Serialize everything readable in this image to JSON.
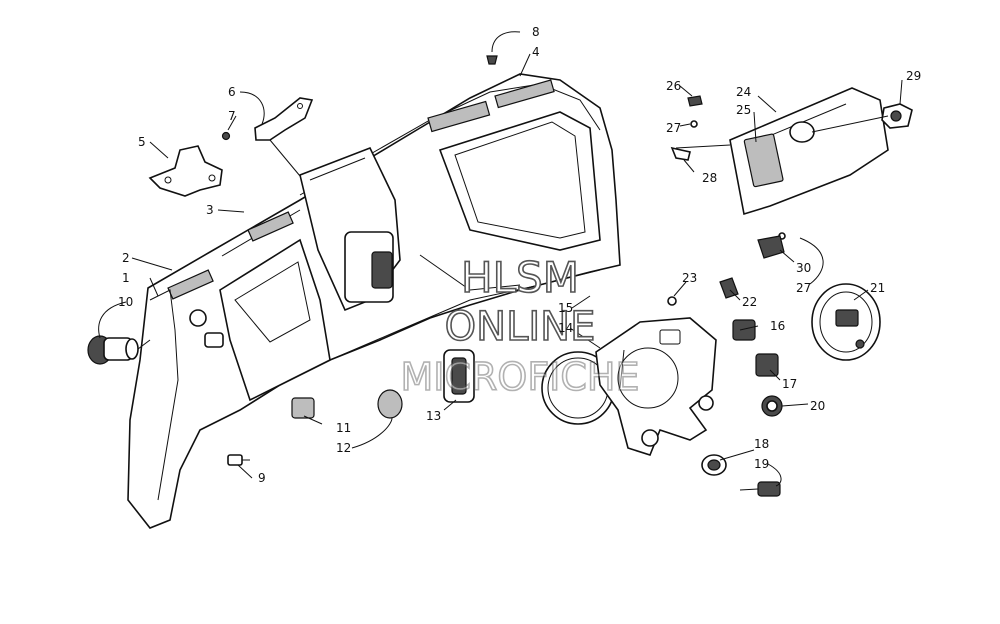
{
  "watermark": {
    "line1": "HLSM",
    "line2": "ONLINE",
    "line3": "MICROFICHE"
  },
  "callouts": [
    {
      "id": "c1",
      "label": "1"
    },
    {
      "id": "c2",
      "label": "2"
    },
    {
      "id": "c3",
      "label": "3"
    },
    {
      "id": "c4",
      "label": "4"
    },
    {
      "id": "c5",
      "label": "5"
    },
    {
      "id": "c6",
      "label": "6"
    },
    {
      "id": "c7",
      "label": "7"
    },
    {
      "id": "c8",
      "label": "8"
    },
    {
      "id": "c9",
      "label": "9"
    },
    {
      "id": "c10",
      "label": "10"
    },
    {
      "id": "c11",
      "label": "11"
    },
    {
      "id": "c12",
      "label": "12"
    },
    {
      "id": "c13",
      "label": "13"
    },
    {
      "id": "c14",
      "label": "14"
    },
    {
      "id": "c15",
      "label": "15"
    },
    {
      "id": "c16",
      "label": "16"
    },
    {
      "id": "c17",
      "label": "17"
    },
    {
      "id": "c18",
      "label": "18"
    },
    {
      "id": "c19",
      "label": "19"
    },
    {
      "id": "c20",
      "label": "20"
    },
    {
      "id": "c21",
      "label": "21"
    },
    {
      "id": "c22",
      "label": "22"
    },
    {
      "id": "c23",
      "label": "23"
    },
    {
      "id": "c24",
      "label": "24"
    },
    {
      "id": "c25",
      "label": "25"
    },
    {
      "id": "c26",
      "label": "26"
    },
    {
      "id": "c27a",
      "label": "27"
    },
    {
      "id": "c27b",
      "label": "27"
    },
    {
      "id": "c28",
      "label": "28"
    },
    {
      "id": "c29",
      "label": "29"
    },
    {
      "id": "c30",
      "label": "30"
    }
  ]
}
